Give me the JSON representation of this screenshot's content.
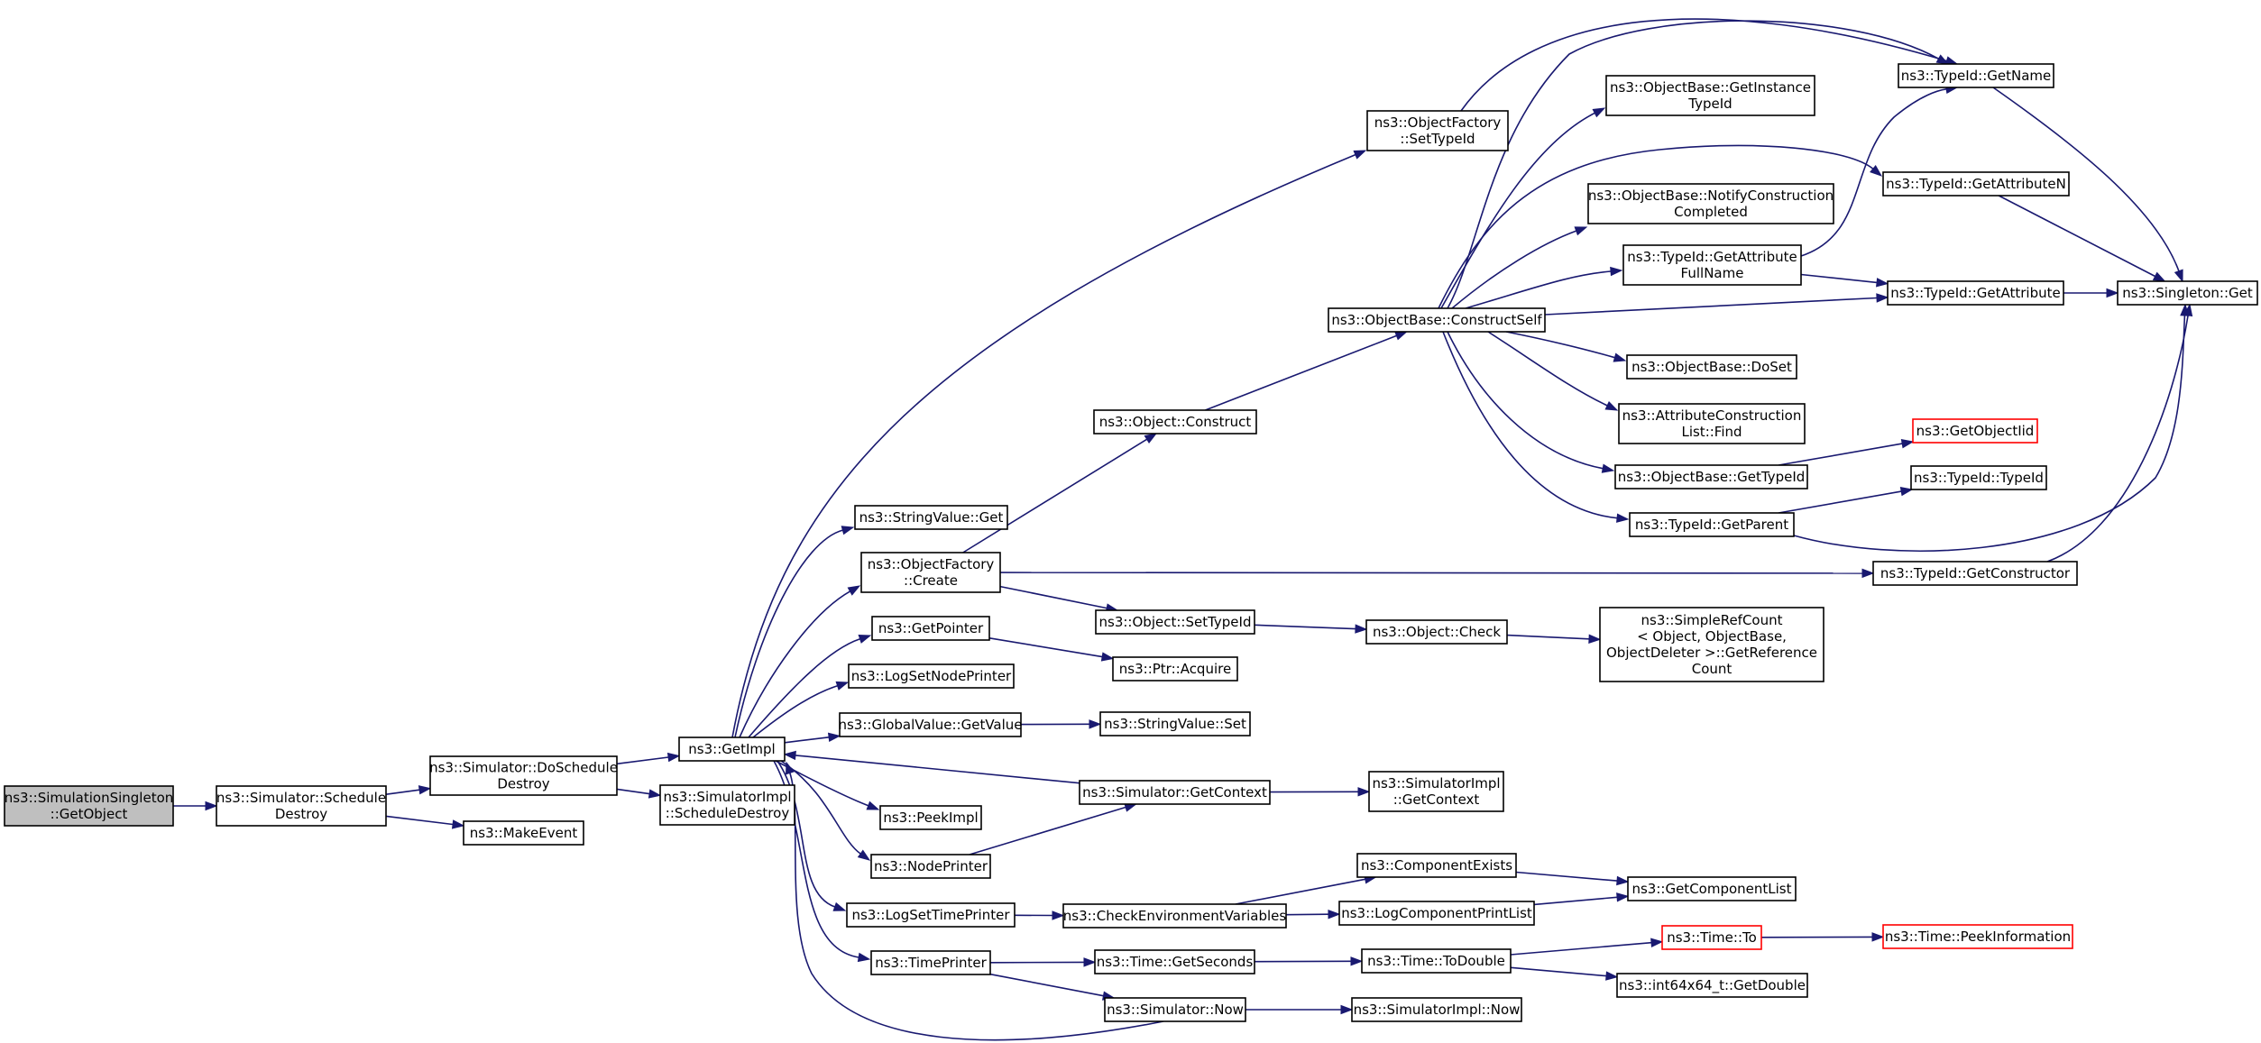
{
  "colors": {
    "edge": "#191970",
    "root_fill": "#bfbfbf",
    "node_border": "#000000",
    "missing_border": "#ff0000"
  },
  "nodes": [
    {
      "id": "root",
      "lines": [
        "ns3::SimulationSingleton",
        "::GetObject"
      ],
      "style": "root"
    },
    {
      "id": "sched_destroy",
      "lines": [
        "ns3::Simulator::Schedule",
        "Destroy"
      ]
    },
    {
      "id": "do_sched_destroy",
      "lines": [
        "ns3::Simulator::DoSchedule",
        "Destroy"
      ]
    },
    {
      "id": "make_event",
      "lines": [
        "ns3::MakeEvent"
      ]
    },
    {
      "id": "get_impl",
      "lines": [
        "ns3::GetImpl"
      ]
    },
    {
      "id": "simimpl_sched_destroy",
      "lines": [
        "ns3::SimulatorImpl",
        "::ScheduleDestroy"
      ]
    },
    {
      "id": "string_value_get",
      "lines": [
        "ns3::StringValue::Get"
      ]
    },
    {
      "id": "of_create",
      "lines": [
        "ns3::ObjectFactory",
        "::Create"
      ]
    },
    {
      "id": "get_pointer",
      "lines": [
        "ns3::GetPointer"
      ]
    },
    {
      "id": "log_set_node_printer",
      "lines": [
        "ns3::LogSetNodePrinter"
      ]
    },
    {
      "id": "gv_get_value",
      "lines": [
        "ns3::GlobalValue::GetValue"
      ]
    },
    {
      "id": "peek_impl",
      "lines": [
        "ns3::PeekImpl"
      ]
    },
    {
      "id": "node_printer",
      "lines": [
        "ns3::NodePrinter"
      ]
    },
    {
      "id": "log_set_time_printer",
      "lines": [
        "ns3::LogSetTimePrinter"
      ]
    },
    {
      "id": "time_printer",
      "lines": [
        "ns3::TimePrinter"
      ]
    },
    {
      "id": "of_set_typeid",
      "lines": [
        "ns3::ObjectFactory",
        "::SetTypeId"
      ]
    },
    {
      "id": "object_construct",
      "lines": [
        "ns3::Object::Construct"
      ]
    },
    {
      "id": "object_set_typeid",
      "lines": [
        "ns3::Object::SetTypeId"
      ]
    },
    {
      "id": "ptr_acquire",
      "lines": [
        "ns3::Ptr::Acquire"
      ]
    },
    {
      "id": "sv_set",
      "lines": [
        "ns3::StringValue::Set"
      ]
    },
    {
      "id": "sim_get_context",
      "lines": [
        "ns3::Simulator::GetContext"
      ]
    },
    {
      "id": "check_env",
      "lines": [
        "ns3::CheckEnvironmentVariables"
      ]
    },
    {
      "id": "time_get_seconds",
      "lines": [
        "ns3::Time::GetSeconds"
      ]
    },
    {
      "id": "sim_now",
      "lines": [
        "ns3::Simulator::Now"
      ]
    },
    {
      "id": "ob_construct_self",
      "lines": [
        "ns3::ObjectBase::ConstructSelf"
      ]
    },
    {
      "id": "object_check",
      "lines": [
        "ns3::Object::Check"
      ]
    },
    {
      "id": "simimpl_get_context",
      "lines": [
        "ns3::SimulatorImpl",
        "::GetContext"
      ]
    },
    {
      "id": "component_exists",
      "lines": [
        "ns3::ComponentExists"
      ]
    },
    {
      "id": "log_comp_print_list",
      "lines": [
        "ns3::LogComponentPrintList"
      ]
    },
    {
      "id": "time_to_double",
      "lines": [
        "ns3::Time::ToDouble"
      ]
    },
    {
      "id": "simimpl_now",
      "lines": [
        "ns3::SimulatorImpl::Now"
      ]
    },
    {
      "id": "ob_get_instance_typeid",
      "lines": [
        "ns3::ObjectBase::GetInstance",
        "TypeId"
      ]
    },
    {
      "id": "ob_notify",
      "lines": [
        "ns3::ObjectBase::NotifyConstruction",
        "Completed"
      ]
    },
    {
      "id": "tid_get_attr_fullname",
      "lines": [
        "ns3::TypeId::GetAttribute",
        "FullName"
      ]
    },
    {
      "id": "ob_do_set",
      "lines": [
        "ns3::ObjectBase::DoSet"
      ]
    },
    {
      "id": "acl_find",
      "lines": [
        "ns3::AttributeConstruction",
        "List::Find"
      ]
    },
    {
      "id": "ob_get_typeid",
      "lines": [
        "ns3::ObjectBase::GetTypeId"
      ]
    },
    {
      "id": "tid_get_parent",
      "lines": [
        "ns3::TypeId::GetParent"
      ]
    },
    {
      "id": "simple_ref_count",
      "lines": [
        "ns3::SimpleRefCount",
        "< Object, ObjectBase,",
        "ObjectDeleter >::GetReference",
        "Count"
      ]
    },
    {
      "id": "get_component_list",
      "lines": [
        "ns3::GetComponentList"
      ]
    },
    {
      "id": "time_to",
      "lines": [
        "ns3::Time::To"
      ],
      "style": "red"
    },
    {
      "id": "int64x64_get_double",
      "lines": [
        "ns3::int64x64_t::GetDouble"
      ]
    },
    {
      "id": "tid_get_name",
      "lines": [
        "ns3::TypeId::GetName"
      ]
    },
    {
      "id": "tid_get_attr_n",
      "lines": [
        "ns3::TypeId::GetAttributeN"
      ]
    },
    {
      "id": "tid_get_attribute",
      "lines": [
        "ns3::TypeId::GetAttribute"
      ]
    },
    {
      "id": "get_object_iid",
      "lines": [
        "ns3::GetObjectIid"
      ],
      "style": "red"
    },
    {
      "id": "tid_typeid",
      "lines": [
        "ns3::TypeId::TypeId"
      ]
    },
    {
      "id": "tid_get_constructor",
      "lines": [
        "ns3::TypeId::GetConstructor"
      ]
    },
    {
      "id": "time_peek_info",
      "lines": [
        "ns3::Time::PeekInformation"
      ],
      "style": "red"
    },
    {
      "id": "singleton_get",
      "lines": [
        "ns3::Singleton::Get"
      ]
    }
  ],
  "edges": [
    [
      "root",
      "sched_destroy"
    ],
    [
      "sched_destroy",
      "do_sched_destroy"
    ],
    [
      "sched_destroy",
      "make_event"
    ],
    [
      "do_sched_destroy",
      "get_impl"
    ],
    [
      "do_sched_destroy",
      "simimpl_sched_destroy"
    ],
    [
      "get_impl",
      "of_set_typeid"
    ],
    [
      "get_impl",
      "string_value_get"
    ],
    [
      "get_impl",
      "of_create"
    ],
    [
      "get_impl",
      "get_pointer"
    ],
    [
      "get_impl",
      "log_set_node_printer"
    ],
    [
      "get_impl",
      "gv_get_value"
    ],
    [
      "get_impl",
      "peek_impl"
    ],
    [
      "get_impl",
      "node_printer"
    ],
    [
      "get_impl",
      "log_set_time_printer"
    ],
    [
      "get_impl",
      "time_printer"
    ],
    [
      "sim_get_context",
      "get_impl"
    ],
    [
      "sim_now",
      "get_impl"
    ],
    [
      "of_create",
      "object_construct"
    ],
    [
      "of_create",
      "object_set_typeid"
    ],
    [
      "of_create",
      "tid_get_constructor"
    ],
    [
      "of_set_typeid",
      "tid_get_name"
    ],
    [
      "get_pointer",
      "ptr_acquire"
    ],
    [
      "gv_get_value",
      "sv_set"
    ],
    [
      "node_printer",
      "sim_get_context"
    ],
    [
      "log_set_time_printer",
      "check_env"
    ],
    [
      "time_printer",
      "time_get_seconds"
    ],
    [
      "time_printer",
      "sim_now"
    ],
    [
      "object_construct",
      "ob_construct_self"
    ],
    [
      "object_set_typeid",
      "object_check"
    ],
    [
      "object_check",
      "simple_ref_count"
    ],
    [
      "sim_get_context",
      "simimpl_get_context"
    ],
    [
      "check_env",
      "component_exists"
    ],
    [
      "check_env",
      "log_comp_print_list"
    ],
    [
      "time_get_seconds",
      "time_to_double"
    ],
    [
      "sim_now",
      "simimpl_now"
    ],
    [
      "ob_construct_self",
      "tid_get_name"
    ],
    [
      "ob_construct_self",
      "ob_get_instance_typeid"
    ],
    [
      "ob_construct_self",
      "tid_get_attr_n"
    ],
    [
      "ob_construct_self",
      "ob_notify"
    ],
    [
      "ob_construct_self",
      "tid_get_attr_fullname"
    ],
    [
      "ob_construct_self",
      "tid_get_attribute"
    ],
    [
      "ob_construct_self",
      "ob_do_set"
    ],
    [
      "ob_construct_self",
      "acl_find"
    ],
    [
      "ob_construct_self",
      "ob_get_typeid"
    ],
    [
      "ob_construct_self",
      "tid_get_parent"
    ],
    [
      "tid_get_attr_fullname",
      "tid_get_name"
    ],
    [
      "tid_get_attr_fullname",
      "tid_get_attribute"
    ],
    [
      "ob_get_typeid",
      "get_object_iid"
    ],
    [
      "tid_get_parent",
      "tid_typeid"
    ],
    [
      "tid_get_parent",
      "singleton_get"
    ],
    [
      "component_exists",
      "get_component_list"
    ],
    [
      "log_comp_print_list",
      "get_component_list"
    ],
    [
      "time_to_double",
      "time_to"
    ],
    [
      "time_to_double",
      "int64x64_get_double"
    ],
    [
      "time_to",
      "time_peek_info"
    ],
    [
      "tid_get_name",
      "singleton_get"
    ],
    [
      "tid_get_attr_n",
      "singleton_get"
    ],
    [
      "tid_get_attribute",
      "singleton_get"
    ],
    [
      "tid_get_constructor",
      "singleton_get"
    ]
  ]
}
